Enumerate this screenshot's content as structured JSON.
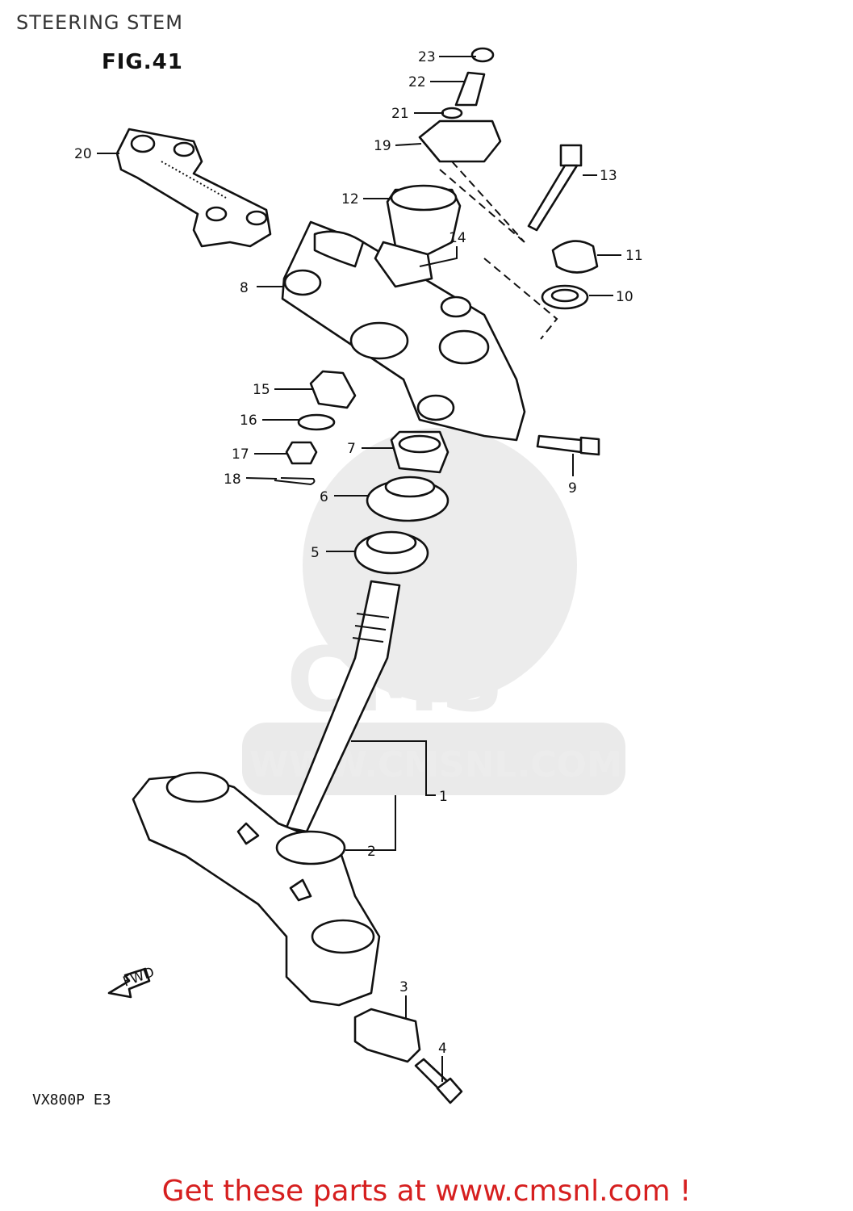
{
  "page_title": "STEERING STEM",
  "figure": "FIG.41",
  "model": "VX800P  E3",
  "watermark": {
    "logo": "CMS",
    "url": "WWW.CMSNL.COM"
  },
  "arrow_label": "FWD",
  "footer": "Get these parts at www.cmsnl.com !",
  "colors": {
    "footer": "#d61f1f",
    "line": "#111111",
    "watermark": "#d9d9d9"
  },
  "callouts": {
    "c1": "1",
    "c2": "2",
    "c3": "3",
    "c4": "4",
    "c5": "5",
    "c6": "6",
    "c7": "7",
    "c8": "8",
    "c9": "9",
    "c10": "10",
    "c11": "11",
    "c12": "12",
    "c13": "13",
    "c14": "14",
    "c15": "15",
    "c16": "16",
    "c17": "17",
    "c18": "18",
    "c19": "19",
    "c20": "20",
    "c21": "21",
    "c22": "22",
    "c23": "23"
  }
}
